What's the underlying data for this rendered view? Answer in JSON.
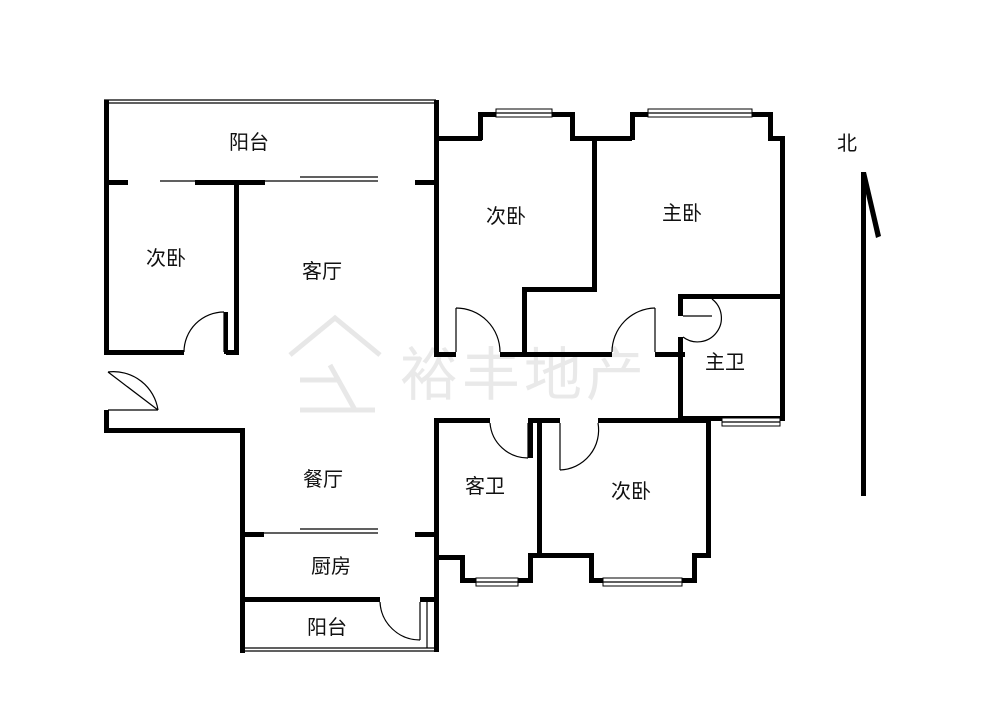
{
  "rooms": {
    "balcony_north": "阳台",
    "bedroom_west": "次卧",
    "living_room": "客厅",
    "bedroom_north_middle": "次卧",
    "master_bedroom": "主卧",
    "master_bath": "主卫",
    "dining_room": "餐厅",
    "guest_bath": "客卫",
    "bedroom_south": "次卧",
    "kitchen": "厨房",
    "balcony_south": "阳台"
  },
  "compass": {
    "label": "北"
  },
  "watermark": "裕丰地产",
  "colors": {
    "wall": "#000000",
    "background": "#ffffff",
    "watermark": "#d8d8d8"
  },
  "icons": {
    "compass": "north-arrow-icon",
    "watermark_logo": "house-logo-icon"
  }
}
